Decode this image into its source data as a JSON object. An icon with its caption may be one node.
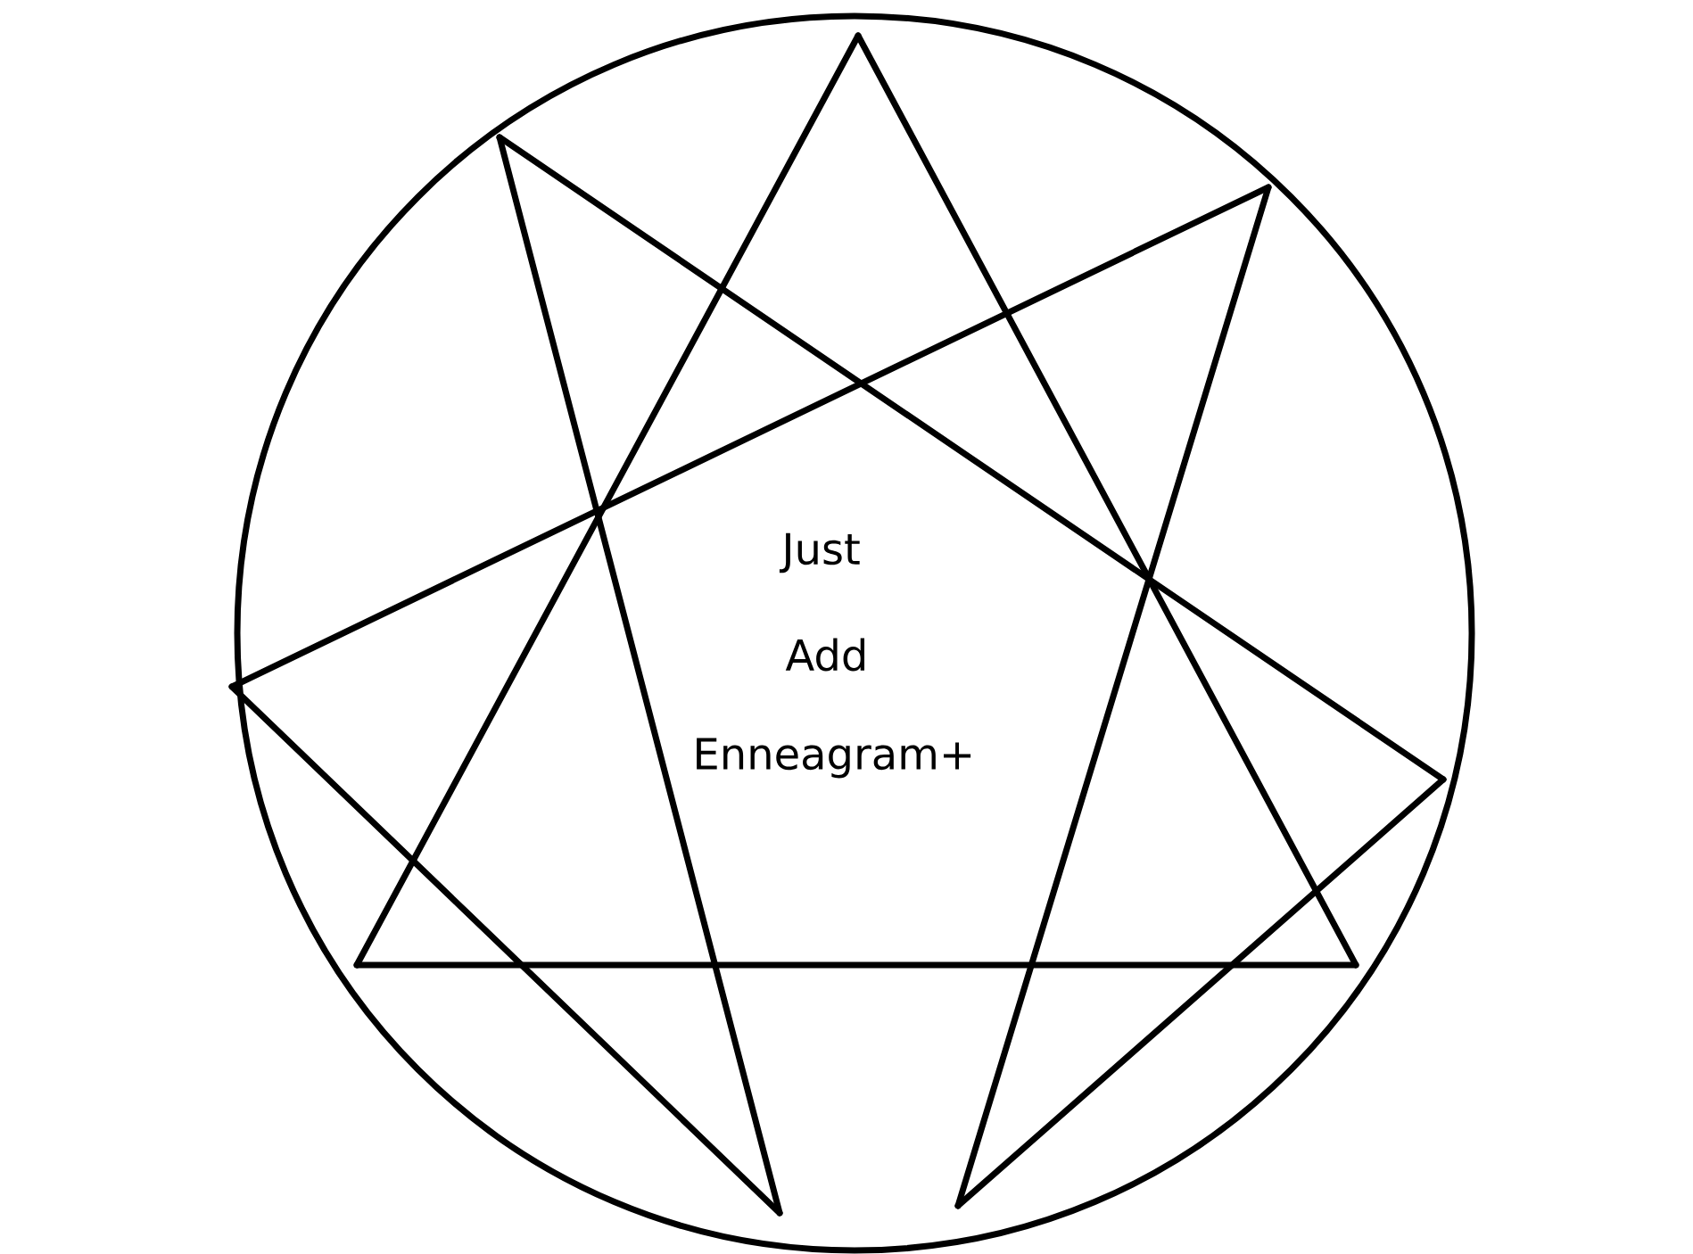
{
  "diagram": {
    "labels": [
      "Just",
      "Add",
      "Enneagram+"
    ]
  }
}
